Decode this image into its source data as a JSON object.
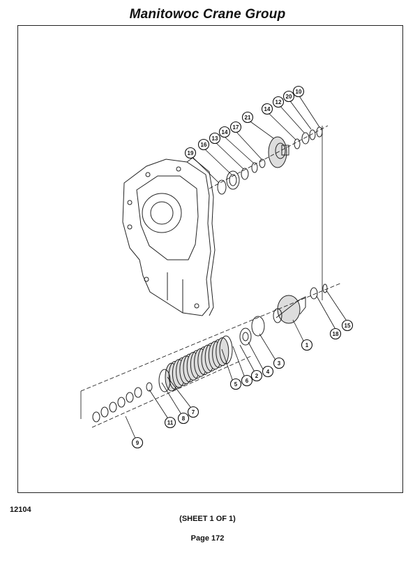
{
  "header": {
    "title": "Manitowoc Crane Group"
  },
  "footer": {
    "ref_number": "12104",
    "sheet_note": "(SHEET 1 OF 1)",
    "page_label": "Page 172"
  },
  "diagram": {
    "callouts": [
      "1",
      "2",
      "3",
      "4",
      "5",
      "6",
      "7",
      "8",
      "9",
      "10",
      "11",
      "12",
      "13",
      "14",
      "14",
      "15",
      "16",
      "17",
      "18",
      "19",
      "20",
      "21"
    ]
  }
}
